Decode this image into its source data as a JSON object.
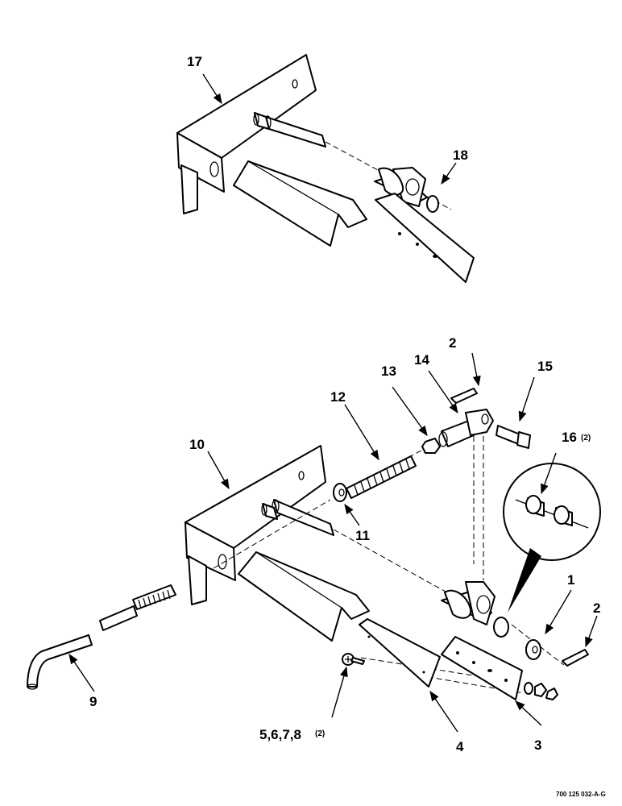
{
  "labels": {
    "p17": "17",
    "p18": "18",
    "p2a": "2",
    "p14": "14",
    "p13": "13",
    "p15": "15",
    "p12": "12",
    "p10": "10",
    "p16": "16",
    "p16_qty": "(2)",
    "p11": "11",
    "p1": "1",
    "p2b": "2",
    "p9": "9",
    "p5678": "5,6,7,8",
    "p5678_qty": "(2)",
    "p4": "4",
    "p3": "3"
  },
  "drawing_code": "700 125 032-A-G"
}
